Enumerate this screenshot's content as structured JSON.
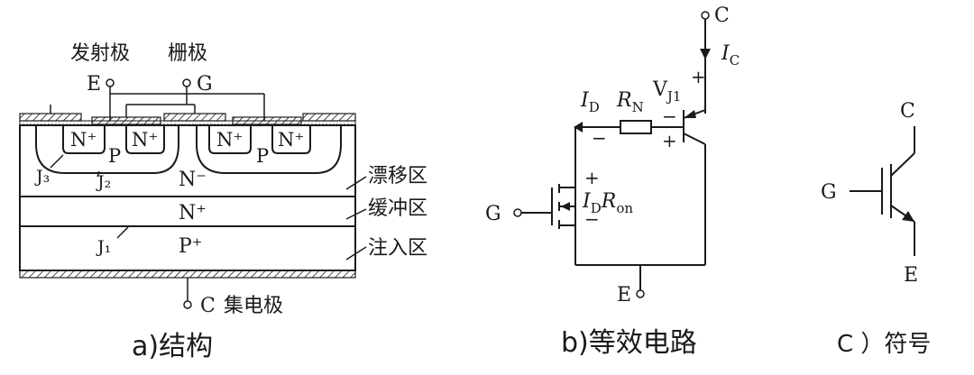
{
  "panel_a": {
    "caption": "a)结构",
    "emitter_cn": "发射极",
    "gate_cn": "栅极",
    "emitter": "E",
    "gate": "G",
    "collector": "C",
    "collector_cn": "集电极",
    "nplus_1": "N⁺",
    "nplus_2": "N⁺",
    "nplus_3": "N⁺",
    "nplus_4": "N⁺",
    "p_left": "P",
    "p_right": "P",
    "j3": "J₃",
    "j2": "J₂",
    "j1": "J₁",
    "n_minus": "N⁻",
    "n_plus_buffer": "N⁺",
    "p_plus": "P⁺",
    "drift": "漂移区",
    "buffer": "缓冲区",
    "injection": "注入区"
  },
  "panel_b": {
    "caption": "b)等效电路",
    "c_label": "C",
    "ic": "I",
    "ic_sub": "C",
    "id": "I",
    "id_sub": "D",
    "rn": "R",
    "rn_sub": "N",
    "vj1": "V",
    "vj1_sub": "J1",
    "g_label": "G",
    "e_label": "E",
    "idron_i": "I",
    "idron_d": "D",
    "idron_r": "R",
    "idron_on": "on",
    "plus": "+",
    "minus": "−"
  },
  "panel_c": {
    "caption": "C ）符号",
    "c_label": "C",
    "g_label": "G",
    "e_label": "E"
  }
}
